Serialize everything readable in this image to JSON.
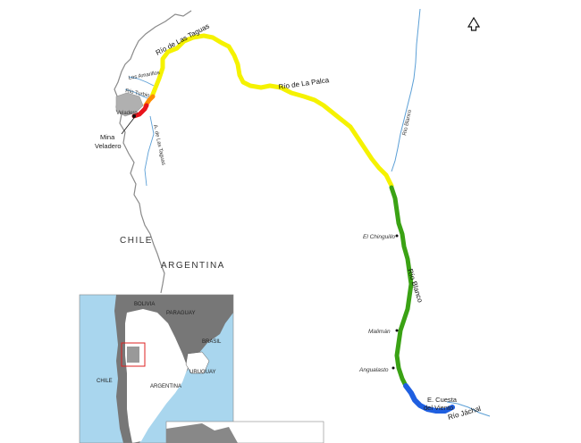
{
  "map": {
    "rivers": {
      "las_taguas": "Río de Las Taguas",
      "la_palca": "Río de La Palca",
      "blanco_north": "Río Blanco",
      "blanco_south": "Río Blanco",
      "jachal": "Río Jáchal",
      "las_amarillas": "Los Amarillos",
      "turbio": "Río Turbio",
      "de_las_taguas_small": "A. de Las Taguas"
    },
    "places": {
      "mine": "Mina Veladero",
      "chinguillo": "El Chinguillo",
      "malimen": "Malimán",
      "angualasto": "Angualasto",
      "cuesta_del_viento": "E. Cuesta del Viento"
    },
    "mine_marker": "Veladero",
    "countries": {
      "chile": "CHILE",
      "argentina": "ARGENTINA"
    },
    "inset": {
      "bolivia": "BOLIVIA",
      "paraguay": "PARAGUAY",
      "brasil": "BRASIL",
      "uruguay": "URUGUAY",
      "chile": "CHILE",
      "argentina": "ARGENTINA"
    },
    "north_arrow_icon": "north-arrow-icon",
    "colors": {
      "yellow_segment": "#f5f200",
      "orange_segment": "#ff8c00",
      "red_segment": "#e8141c",
      "green_segment": "#3aa214",
      "blue_segment": "#1f5fe0",
      "river": "#5b9fd6",
      "border": "#8a8a8a",
      "inset_water": "#a9d6ee",
      "inset_land": "#777777"
    }
  }
}
